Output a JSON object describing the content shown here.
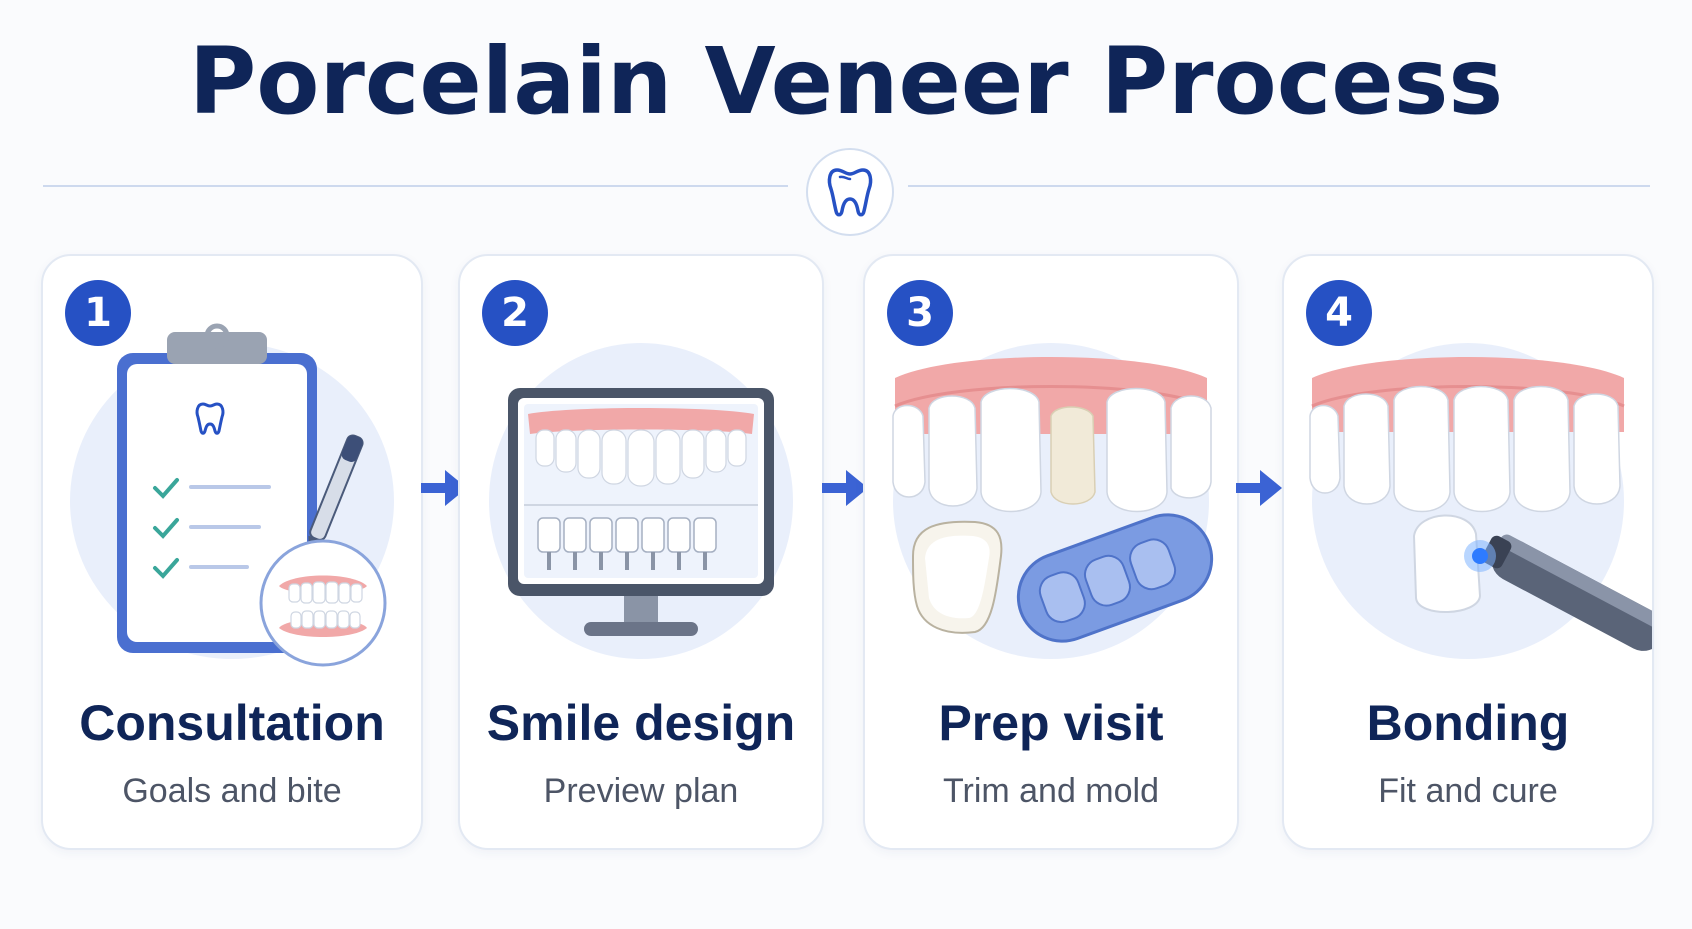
{
  "title": "Porcelain Veneer Process",
  "header_icon": "tooth-icon",
  "colors": {
    "title": "#0f2558",
    "accent": "#2651c4",
    "gum": "#f1a8a8",
    "tooth": "#ffffff",
    "card_border": "#e3e9f3",
    "halo": "#e9effb"
  },
  "steps": [
    {
      "number": "1",
      "title": "Consultation",
      "subtitle": "Goals and bite",
      "icon": "clipboard-checklist-icon"
    },
    {
      "number": "2",
      "title": "Smile design",
      "subtitle": "Preview plan",
      "icon": "monitor-smile-preview-icon"
    },
    {
      "number": "3",
      "title": "Prep visit",
      "subtitle": "Trim and mold",
      "icon": "teeth-prep-mold-icon"
    },
    {
      "number": "4",
      "title": "Bonding",
      "subtitle": "Fit and cure",
      "icon": "veneer-curing-light-icon"
    }
  ],
  "connector_icon": "arrow-right-icon"
}
